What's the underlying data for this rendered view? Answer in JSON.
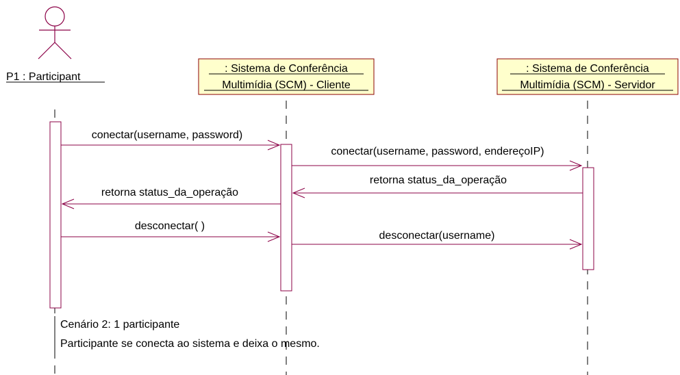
{
  "actor": {
    "name": "P1 : Participant"
  },
  "objects": [
    {
      "id": "cliente",
      "line1": ": Sistema de Conferência",
      "line2": "Multimídia (SCM) - Cliente"
    },
    {
      "id": "servidor",
      "line1": ": Sistema de Conferência",
      "line2": "Multimídia (SCM) - Servidor"
    }
  ],
  "messages": [
    {
      "id": "m1",
      "label": "conectar(username, password)"
    },
    {
      "id": "m2",
      "label": "conectar(username, password, endereçoIP)"
    },
    {
      "id": "m3",
      "label": "retorna status_da_operação"
    },
    {
      "id": "m4",
      "label": "retorna status_da_operação"
    },
    {
      "id": "m5",
      "label": "desconectar( )"
    },
    {
      "id": "m6",
      "label": "desconectar(username)"
    }
  ],
  "note": {
    "line1": "Cenário 2: 1 participante",
    "line2": "Participante se conecta ao sistema e deixa o mesmo."
  },
  "colors": {
    "object_fill": "#ffffcc",
    "object_border": "#8b0000",
    "message_line": "#8b0046"
  }
}
